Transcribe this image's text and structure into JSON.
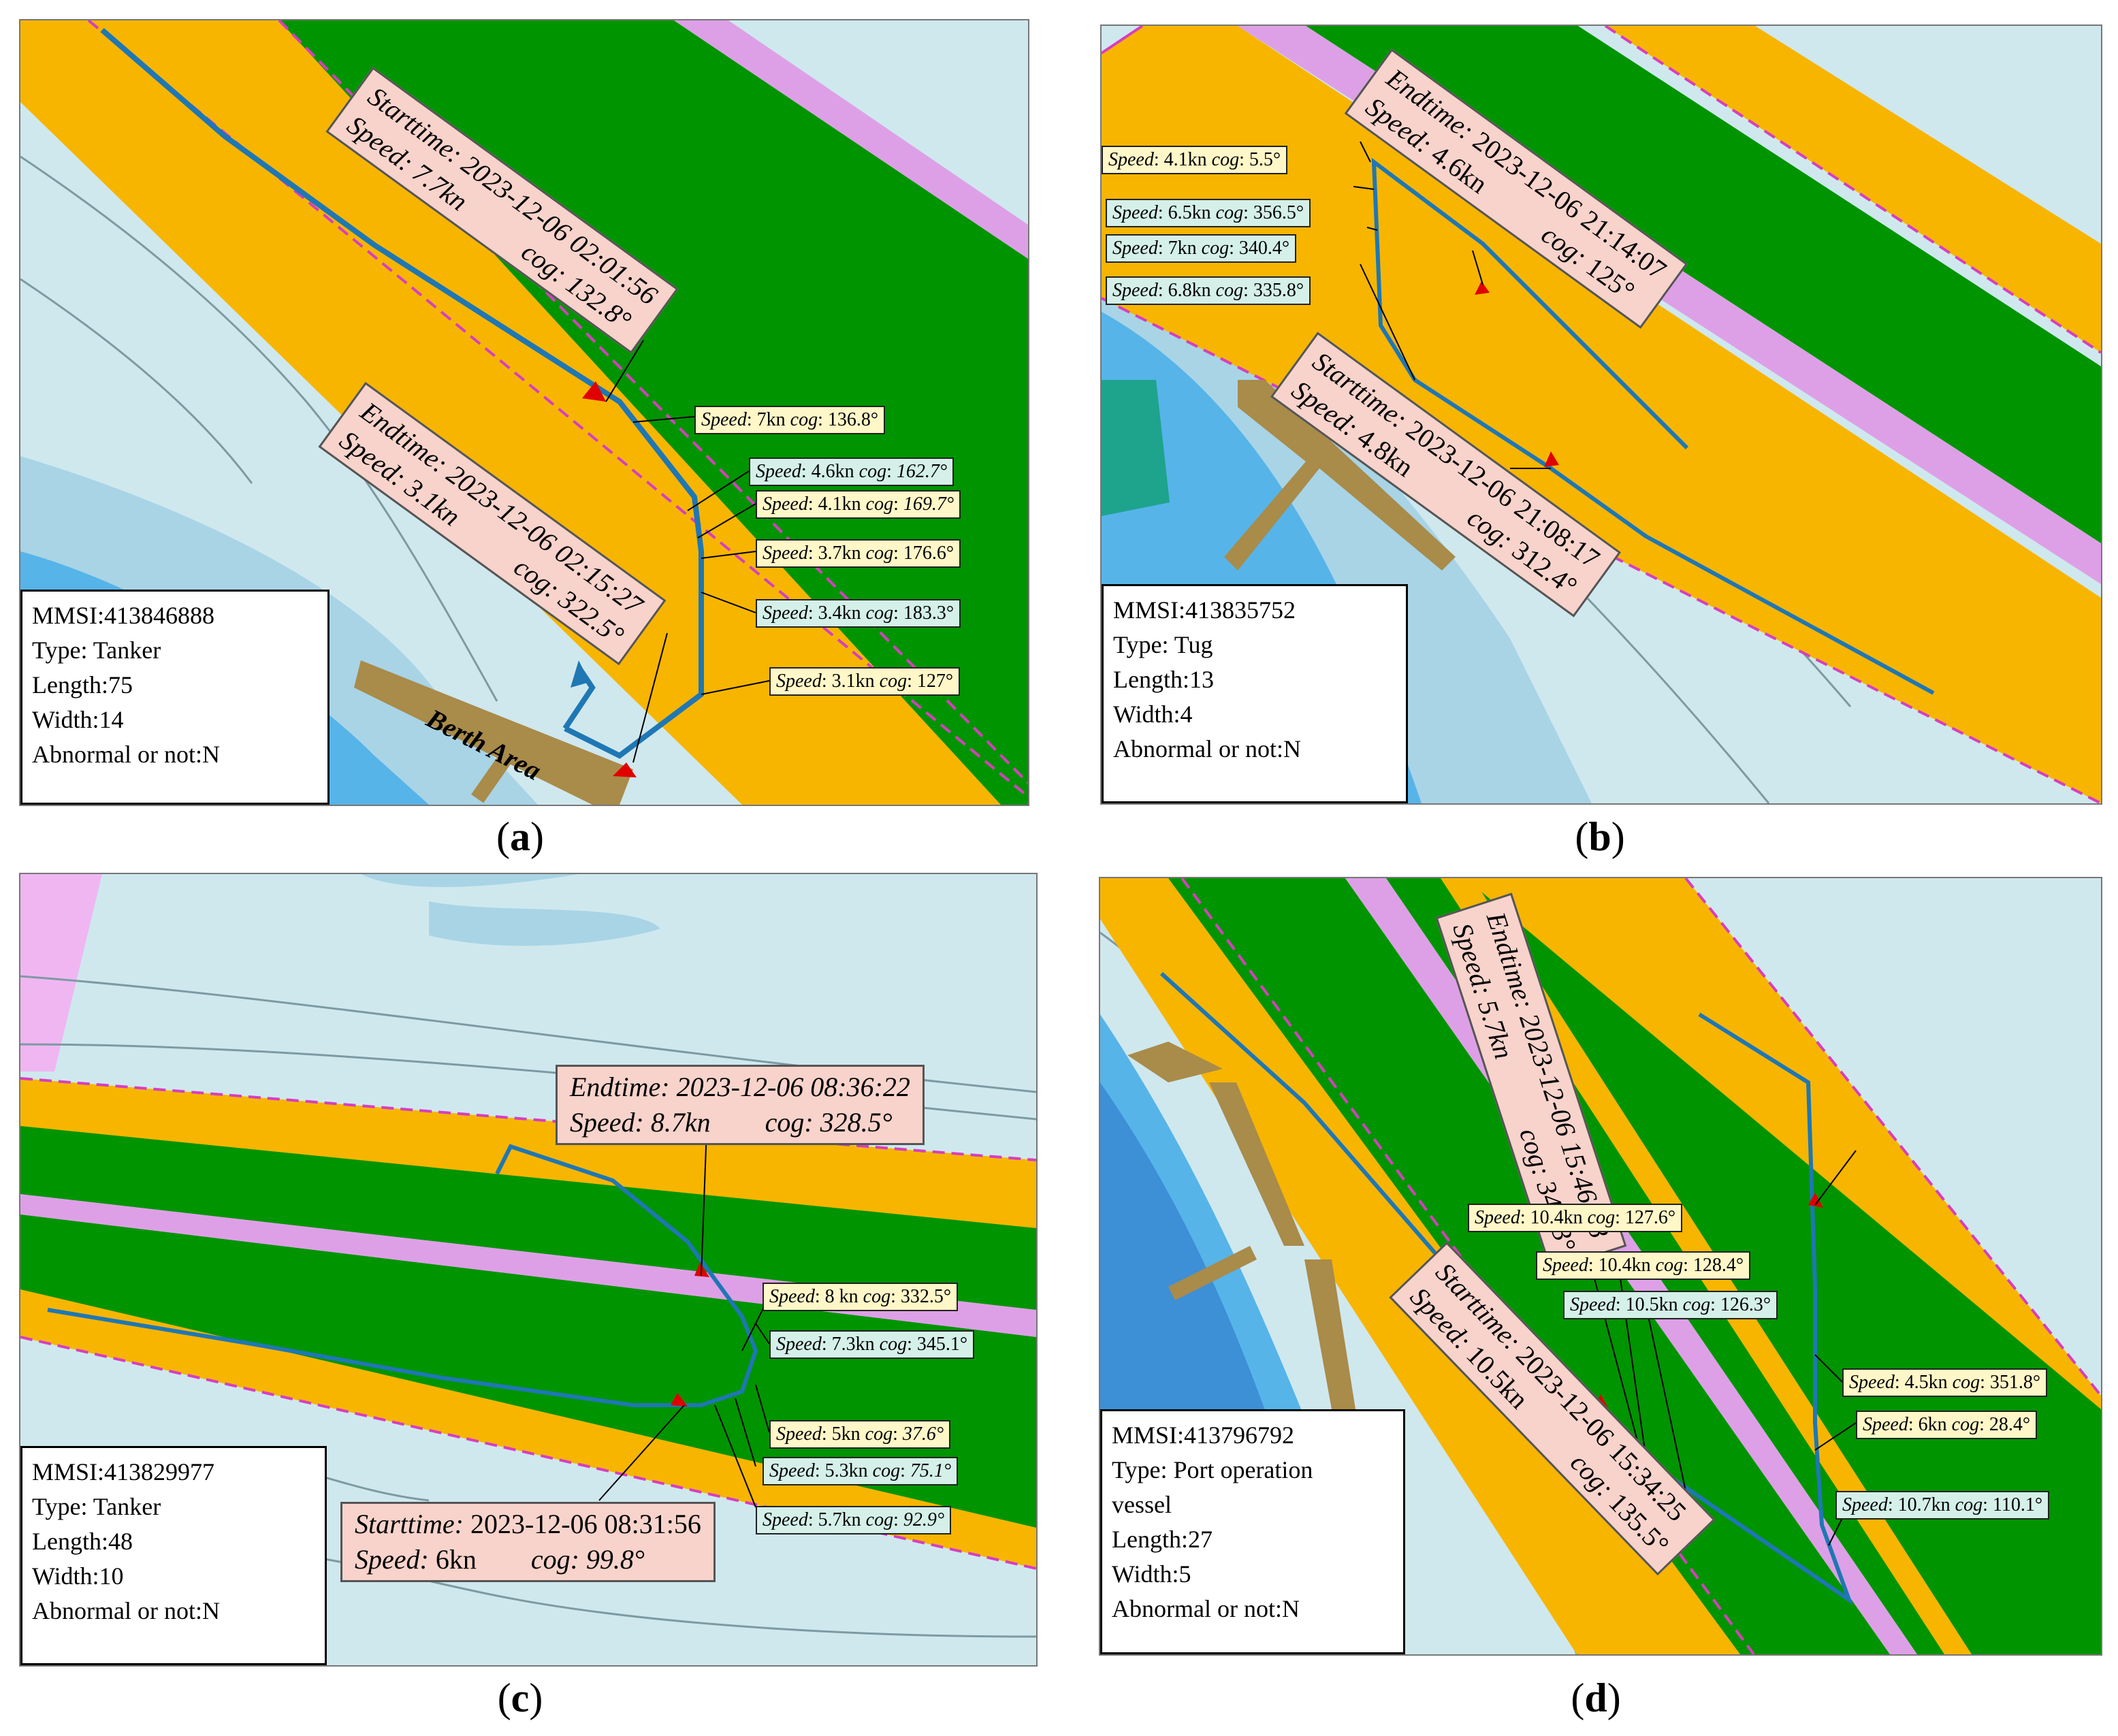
{
  "panels": {
    "a": {
      "label": "a",
      "info": [
        "MMSI:413846888",
        "Type: Tanker",
        "Length:75",
        "Width:14",
        "Abnormal or not:N"
      ],
      "start": {
        "t_label": "Starttime:",
        "t_value": "2023-12-06 02:01:56",
        "s_label": "Speed:",
        "s_value": "7.7kn",
        "c_label": "cog:",
        "c_value": "132.8°"
      },
      "end": {
        "t_label": "Endtime:",
        "t_value": "2023-12-06 02:15:27",
        "s_label": "Speed:",
        "s_value": "3.1kn",
        "c_label": "cog:",
        "c_value": "322.5°"
      },
      "speeds": [
        {
          "s": "7kn",
          "c": "136.8°"
        },
        {
          "s": "4.6kn",
          "c": "162.7°"
        },
        {
          "s": "4.1kn",
          "c": "169.7°"
        },
        {
          "s": "3.7kn",
          "c": "176.6°"
        },
        {
          "s": "3.4kn",
          "c": "183.3°"
        },
        {
          "s": "3.1kn",
          "c": "127°"
        }
      ],
      "berth": "Berth Area"
    },
    "b": {
      "label": "b",
      "info": [
        "MMSI:413835752",
        "Type: Tug",
        "Length:13",
        "Width:4",
        "Abnormal or not:N"
      ],
      "start": {
        "t_label": "Starttime:",
        "t_value": "2023-12-06 21:08:17",
        "s_label": "Speed:",
        "s_value": "4.8kn",
        "c_label": "cog:",
        "c_value": "312.4°"
      },
      "end": {
        "t_label": "Endtime:",
        "t_value": "2023-12-06 21:14:07",
        "s_label": "Speed:",
        "s_value": "4.6kn",
        "c_label": "cog:",
        "c_value": "125°"
      },
      "speeds": [
        {
          "s": "4.1kn",
          "c": "5.5°"
        },
        {
          "s": "6.5kn",
          "c": "356.5°"
        },
        {
          "s": "7kn",
          "c": "340.4°"
        },
        {
          "s": "6.8kn",
          "c": "335.8°"
        }
      ]
    },
    "c": {
      "label": "c",
      "info": [
        "MMSI:413829977",
        "Type: Tanker",
        "Length:48",
        "Width:10",
        "Abnormal or not:N"
      ],
      "start": {
        "t_label": "Starttime:",
        "t_value": "2023-12-06 08:31:56",
        "s_label": "Speed:",
        "s_value": "6kn",
        "c_label": "cog:",
        "c_value": "99.8°"
      },
      "end": {
        "t_label": "Endtime:",
        "t_value": "2023-12-06 08:36:22",
        "s_label": "Speed:",
        "s_value": "8.7kn",
        "c_label": "cog:",
        "c_value": "328.5°"
      },
      "speeds": [
        {
          "s": "8 kn",
          "c": "332.5°"
        },
        {
          "s": "7.3kn",
          "c": "345.1°"
        },
        {
          "s": "5kn",
          "c": "37.6°"
        },
        {
          "s": "5.3kn",
          "c": "75.1°"
        },
        {
          "s": "5.7kn",
          "c": "92.9°"
        }
      ]
    },
    "d": {
      "label": "d",
      "info": [
        "MMSI:413796792",
        "Type: Port operation",
        "vessel",
        "Length:27",
        "Width:5",
        "Abnormal or not:N"
      ],
      "start": {
        "t_label": "Starttime:",
        "t_value": "2023-12-06 15:34:25",
        "s_label": "Speed:",
        "s_value": "10.5kn",
        "c_label": "cog:",
        "c_value": "135.5°"
      },
      "end": {
        "t_label": "Endtime:",
        "t_value": "2023-12-06 15:46:18",
        "s_label": "Speed:",
        "s_value": "5.7kn",
        "c_label": "cog:",
        "c_value": "342.3°"
      },
      "speeds": [
        {
          "s": "10.4kn",
          "c": "127.6°"
        },
        {
          "s": "10.4kn",
          "c": "128.4°"
        },
        {
          "s": "10.5kn",
          "c": "126.3°"
        },
        {
          "s": "4.5kn",
          "c": "351.8°"
        },
        {
          "s": "6kn",
          "c": "28.4°"
        },
        {
          "s": "10.7kn",
          "c": "110.1°"
        }
      ]
    }
  },
  "word_speed": "Speed",
  "word_cog": "cog",
  "colors": {
    "water": "#cfe8ee",
    "channel": "#f7b500",
    "lane": "#009400",
    "separator": "#dda0e6",
    "track": "#1f77b4",
    "marker": "#e00000",
    "deep_water": "#56b4e9",
    "berth": "#a98b4a"
  }
}
